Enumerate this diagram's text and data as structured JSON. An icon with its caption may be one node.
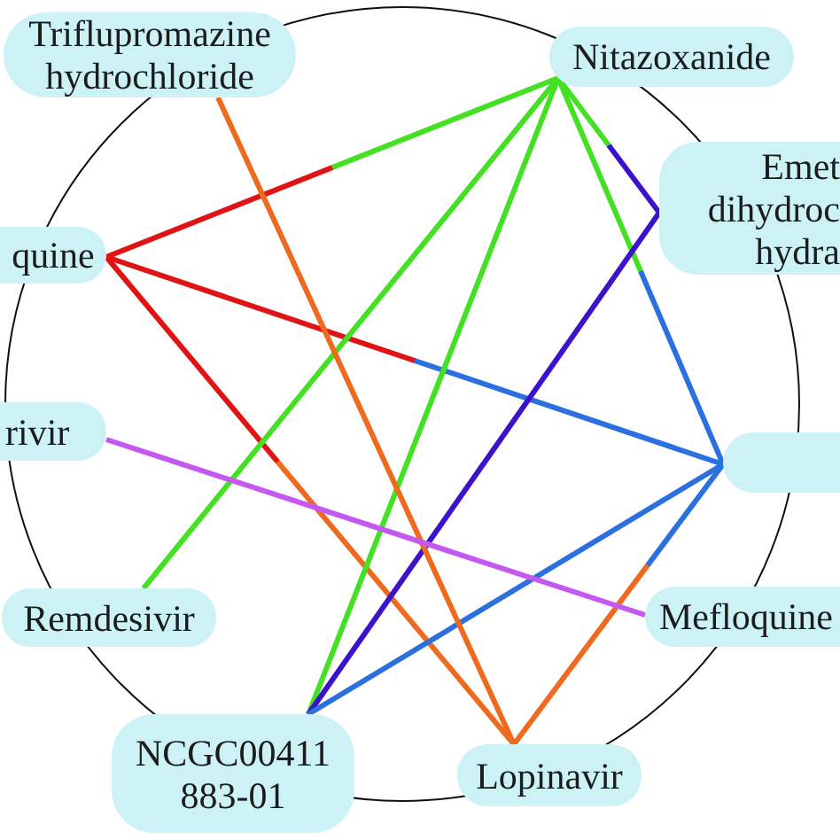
{
  "diagram": {
    "nodes": [
      {
        "text": [
          "Triflupromazine hydrochloride"
        ]
      },
      {
        "text": [
          "Nitazoxanide"
        ]
      },
      {
        "text": [
          "Emet dihydroc hydra"
        ]
      },
      {
        "text": [
          "quine"
        ]
      },
      {
        "text": [
          "rivir"
        ]
      },
      {
        "text": [],
        "shape": "box"
      },
      {
        "text": [
          "Remdesivir"
        ]
      },
      {
        "text": [
          "Mefloquine"
        ]
      },
      {
        "text": [
          "NCGC00411 883-01"
        ]
      },
      {
        "text": [
          "Lopinavir"
        ]
      }
    ],
    "edges": [
      {
        "from": 3,
        "to": 1,
        "arrow": "none",
        "color": "#e01414"
      },
      {
        "from": 3,
        "to": 5,
        "arrow": "none",
        "color": "#e01414"
      },
      {
        "from": 3,
        "to": 9,
        "arrow": "none",
        "color": "#e01414"
      },
      {
        "from": 1,
        "to": 6,
        "arrow": "none",
        "color": "#44e024"
      },
      {
        "from": 1,
        "to": 8,
        "arrow": "none",
        "color": "#44e024"
      },
      {
        "from": 1,
        "to": 2,
        "arrow": "none",
        "color": "#44e024"
      },
      {
        "from": 1,
        "to": 5,
        "arrow": "none",
        "color": "#44e024"
      },
      {
        "from": 2,
        "to": 8,
        "arrow": "none",
        "color": "#3c12cc"
      },
      {
        "from": 5,
        "to": 8,
        "arrow": "none",
        "color": "#2c70e0"
      },
      {
        "from": 5,
        "to": 9,
        "arrow": "none",
        "color": "#2c70e0"
      },
      {
        "from": 0,
        "to": 9,
        "arrow": "none",
        "color": "#ee6a1e"
      },
      {
        "from": 4,
        "to": 7,
        "arrow": "none",
        "color": "#c458f0"
      }
    ]
  }
}
